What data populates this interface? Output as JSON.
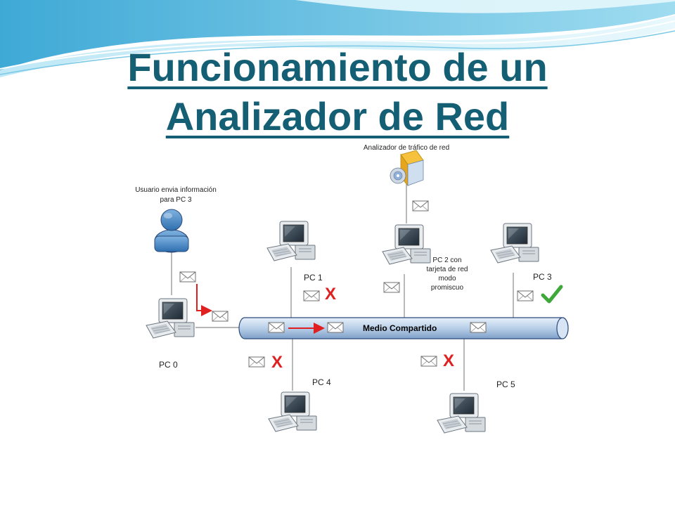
{
  "slide": {
    "title_line1": "Funcionamiento de un",
    "title_line2": "Analizador de Red"
  },
  "diagram": {
    "bus_label": "Medio Compartido",
    "analyzer_label": "Analizador de tráfico de red",
    "user_label_line1": "Usuario envia información",
    "user_label_line2": "para PC 3",
    "pc2_note_lines": [
      "PC 2 con",
      "tarjeta de red",
      "modo",
      "promiscuo"
    ],
    "nodes": {
      "pc0": "PC 0",
      "pc1": "PC 1",
      "pc3": "PC 3",
      "pc4": "PC 4",
      "pc5": "PC 5"
    },
    "reject_mark": "X",
    "icons": {
      "computer": "computer-icon",
      "user": "user-icon",
      "envelope": "envelope-icon",
      "analyzer": "analyzer-software-icon",
      "accept": "checkmark-icon"
    },
    "colors": {
      "title": "#155f75",
      "bus_fill": "#b8cfe8",
      "bus_stroke": "#2a4a7a",
      "reject": "#e02020",
      "accept": "#3fa83a",
      "arrow": "#e02020"
    }
  }
}
